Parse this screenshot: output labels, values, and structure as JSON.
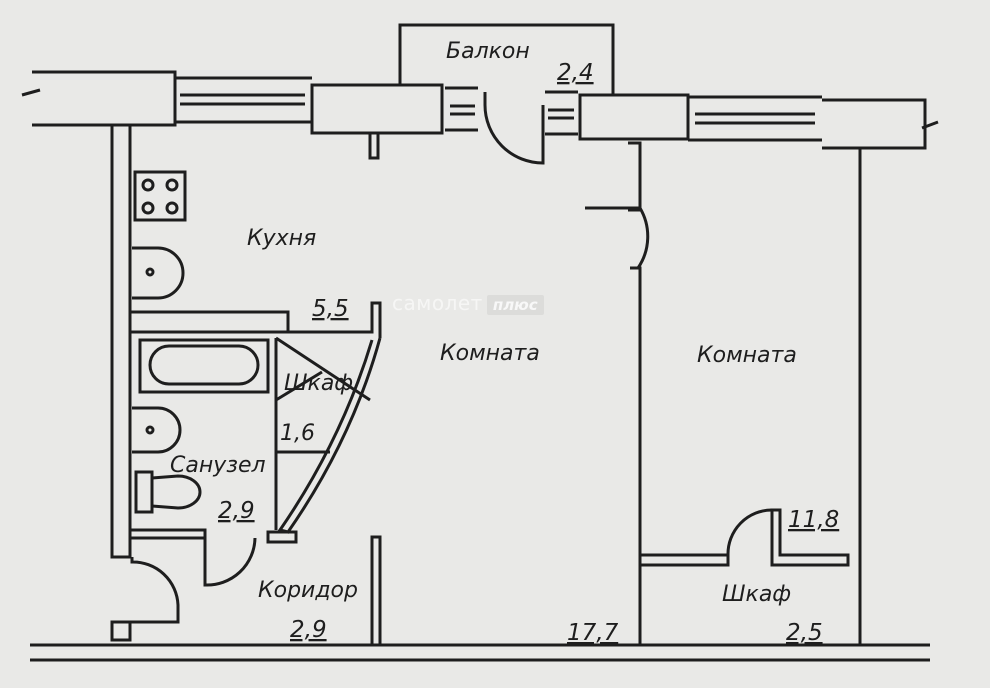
{
  "rooms": {
    "balcony": {
      "label": "Балкон",
      "area": "2,4"
    },
    "kitchen": {
      "label": "Кухня",
      "area": "5,5"
    },
    "closet_small": {
      "label": "Шкаф",
      "area": "1,6"
    },
    "bathroom": {
      "label": "Санузел",
      "area": "2,9"
    },
    "corridor": {
      "label": "Коридор",
      "area": "2,9"
    },
    "living_room": {
      "label": "Комната",
      "area": "17,7"
    },
    "bedroom": {
      "label": "Комната",
      "area": "11,8"
    },
    "closet_large": {
      "label": "Шкаф",
      "area": "2,5"
    }
  },
  "watermark": {
    "name": "самолет",
    "tag": "плюс"
  },
  "colors": {
    "background": "#e9e9e7",
    "line": "#1e1e1e"
  },
  "icons": [
    "stove-icon",
    "sink-icon",
    "bathtub-icon",
    "toilet-icon",
    "door-swing-icon",
    "window-icon"
  ]
}
